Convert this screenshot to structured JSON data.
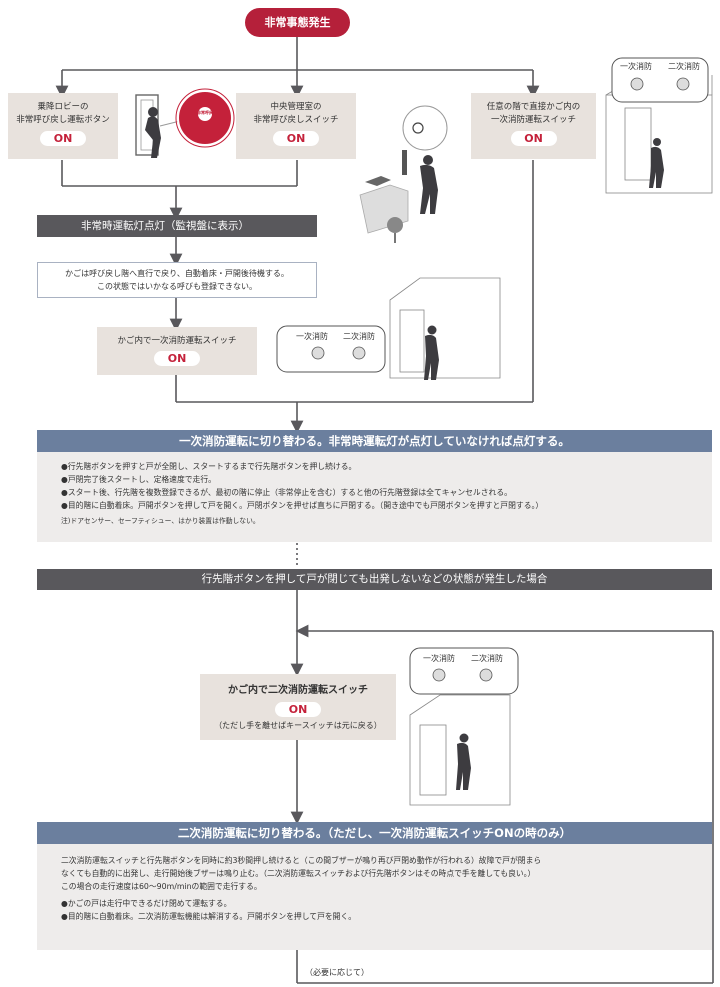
{
  "start": "非常事態発生",
  "triggers": [
    {
      "label": "乗降ロビーの\n非常呼び戻し運転ボタン",
      "on": "ON"
    },
    {
      "label": "中央管理室の\n非常呼び戻しスイッチ",
      "on": "ON"
    },
    {
      "label": "任意の階で直接かご内の\n一次消防運転スイッチ",
      "on": "ON"
    }
  ],
  "emergency_lamp": "非常時運転灯点灯（監視盤に表示）",
  "return_note": "かごは呼び戻し階へ直行で戻り、自動着床・戸開後待機する。\nこの状態ではいかなる呼びも登録できない。",
  "car_switch_1": {
    "label": "かご内で一次消防運転スイッチ",
    "on": "ON"
  },
  "switch_labels": {
    "primary": "一次消防",
    "secondary": "二次消防"
  },
  "button_caption": "非常呼戻",
  "phase1": {
    "title": "一次消防運転に切り替わる。非常時運転灯が点灯していなければ点灯する。",
    "bullets": [
      "行先階ボタンを押すと戸が全閉し、スタートするまで行先階ボタンを押し続ける。",
      "戸閉完了後スタートし、定格速度で走行。",
      "スタート後、行先階を複数登録できるが、最初の階に停止（非常停止を含む）すると他の行先階登録は全てキャンセルされる。",
      "目的階に自動着床。戸開ボタンを押して戸を開く。戸閉ボタンを押せば直ちに戸閉する。（開き途中でも戸閉ボタンを押すと戸閉する。）"
    ],
    "note": "注)ドアセンサー、セーフティシュー、はかり装置は作動しない。"
  },
  "condition": "行先階ボタンを押して戸が閉じても出発しないなどの状態が発生した場合",
  "car_switch_2": {
    "label": "かご内で二次消防運転スイッチ",
    "on": "ON",
    "note": "（ただし手を離せばキースイッチは元に戻る）"
  },
  "phase2": {
    "title": "二次消防運転に切り替わる。（ただし、一次消防運転スイッチONの時のみ）",
    "para": [
      "二次消防運転スイッチと行先階ボタンを同時に約3秒間押し続けると（この間ブザーが鳴り再び戸閉め動作が行われる）故障で戸が閉まら",
      "なくても自動的に出発し、走行開始後ブザーは鳴り止む。（二次消防運転スイッチおよび行先階ボタンはその時点で手を離しても良い。）",
      "この場合の走行速度は60～90m/minの範囲で走行する。"
    ],
    "bullets": [
      "かごの戸は走行中できるだけ閉めて運転する。",
      "目的階に自動着床。二次消防運転機能は解消する。戸開ボタンを押して戸を開く。"
    ]
  },
  "loop_note": "（必要に応じて）",
  "colors": {
    "start": "#b5203a",
    "box": "#e8e2dd",
    "bar_dark": "#59585c",
    "bar_blue": "#6b7f9e",
    "on_text": "#c4213a"
  }
}
